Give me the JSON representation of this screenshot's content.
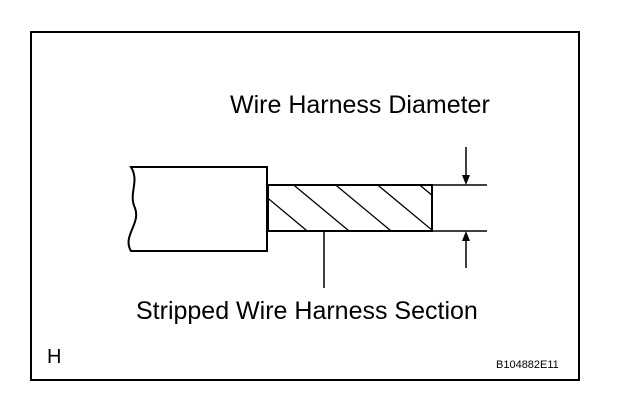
{
  "labels": {
    "diameter": "Wire Harness Diameter",
    "stripped_section": "Stripped Wire Harness Section",
    "corner_letter": "H",
    "figure_id": "B104882E11"
  }
}
